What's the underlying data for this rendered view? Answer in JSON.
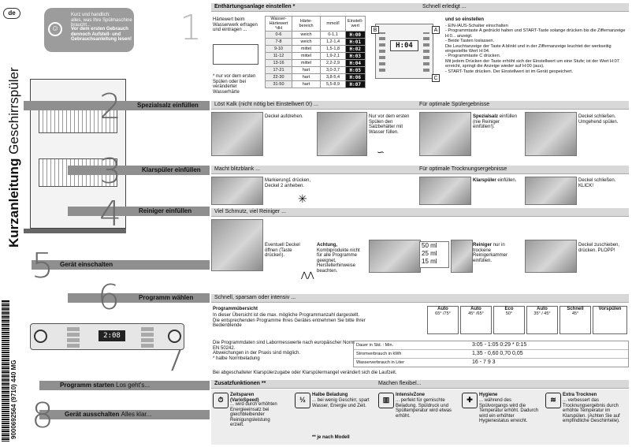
{
  "lang_badge": "de",
  "side_title_bold": "Kurzanleitung",
  "side_title_light": "Geschirrspüler",
  "barcode_text": "9000692564 (9710) 440 MG",
  "intro": {
    "line1": "Kurz und handlich:\nalles, was Ihre Spülmaschine braucht...",
    "line2": "Vor dem ersten Gebrauch dennoch Aufstell- und Gebrauchsanleitung lesen!"
  },
  "steps": [
    {
      "num": "1"
    },
    {
      "num": "2",
      "label": "Spezialsalz einfüllen"
    },
    {
      "num": "3",
      "label": "Klarspüler einfüllen"
    },
    {
      "num": "4",
      "label": "Reiniger einfüllen"
    },
    {
      "num": "5",
      "label": "Gerät einschalten"
    },
    {
      "num": "6",
      "label": "Programm wählen"
    },
    {
      "num": "7",
      "label": "Programm starten",
      "sub": "Los geht's..."
    },
    {
      "num": "8",
      "label": "Gerät ausschalten",
      "sub": "Alles klar..."
    }
  ],
  "s1": {
    "title": "Enthärtungsanlage einstellen *",
    "right_title": "Schnell erledigt ...",
    "intro": "Härtewert beim Wasserwerk erfragen und eintragen ...",
    "footnote": "* nur vor dem ersten Spülen oder bei veränderter Wasserhärte",
    "table_head": [
      "Wasser-Härtewert °dH",
      "Härte-bereich",
      "mmol/l",
      "Einstell-wert"
    ],
    "rows": [
      [
        "0-6",
        "weich",
        "0-1,1",
        "H:00"
      ],
      [
        "7-8",
        "weich",
        "1,2-1,4",
        "H:01"
      ],
      [
        "9-10",
        "mittel",
        "1,5-1,8",
        "H:02"
      ],
      [
        "11-12",
        "mittel",
        "1,9-2,1",
        "H:03"
      ],
      [
        "13-16",
        "mittel",
        "2,2-2,9",
        "H:04"
      ],
      [
        "17-21",
        "hart",
        "3,0-3,7",
        "H:05"
      ],
      [
        "22-30",
        "hart",
        "3,8-5,4",
        "H:06"
      ],
      [
        "31-50",
        "hart",
        "5,5-8,9",
        "H:07"
      ]
    ],
    "display_value": "H:04",
    "label_a": "A",
    "label_b": "B",
    "label_c": "C",
    "how_title": "und so einstellen",
    "how": "- EIN-/AUS-Schalter einschalten\n- Programmtaste A gedrückt halten und START-Taste solange drücken bis die Ziffernanzeige H:0... anzeigt.\n- Beide Tasten loslassen.\n  Die Leuchtanzeige der Taste A blinkt und in der Ziffernanzeige leuchtet der werkseitig eingestellte Wert H:04.\n- Programmtaste C drücken.\n  Mit jedem Drücken der Taste erhöht sich der Einstellwert um eine Stufe; ist der Wert H:07 erreicht, springt die Anzeige wieder auf H:00 (aus).\n- START-Taste drücken. Der Einstellwert ist im Gerät gespeichert."
  },
  "s2": {
    "left_title": "Löst Kalk (nicht nötig bei Einstellwert 0!) ...",
    "right_title": "Für optimale Spülergebnisse",
    "t1": "Deckel aufdrehen.",
    "t2": "Nur vor dem ersten Spülen den Salzbehälter mit Wasser füllen.",
    "t3_bold": "Spezialsalz",
    "t3": "einfüllen (nie Reiniger einfüllen!).",
    "t4": "Deckel schließen. Umgehend spülen."
  },
  "s3": {
    "left_title": "Macht blitzblank ...",
    "right_title": "Für optimale Trocknungsergebnisse",
    "t1": "Markierung1 drücken, Deckel 2 anheben.",
    "t3_bold": "Klarspüler",
    "t3": "einfüllen.",
    "t4": "Deckel schließen. KLICK!"
  },
  "s4": {
    "left_title": "Viel Schmutz, viel Reiniger ...",
    "t1": "Eventuell Deckel öffnen (Taste drücken).",
    "t2_bold": "Achtung,",
    "t2": "Kombiprodukte nicht für alle Programme geeignet, Herstellerhinweise beachten.",
    "ml": [
      "50 ml",
      "25 ml",
      "15 ml"
    ],
    "t3_bold": "Reiniger",
    "t3": "nur in trockene Reinigerkammer einfüllen.",
    "t4": "Deckel zuschieben, drücken. PLOPP!"
  },
  "s6": {
    "title": "Schnell, sparsam oder intensiv ...",
    "overview_title": "Programmübersicht",
    "overview": "In dieser Übersicht ist die max. mögliche Programmanzahl dargestellt.\nDie entsprechenden Programme Ihres Gerätes entnehmen Sie bitte Ihrer Bedienblende",
    "norm": "Die Programmdaten sind Labormesswerte nach europäischer Norm EN 50242.\nAbweichungen in der Praxis sind möglich.\n* halbe Normbeladung",
    "programs": [
      {
        "name": "Auto",
        "temp": "65° /75°"
      },
      {
        "name": "Auto",
        "temp": "45° /65°"
      },
      {
        "name": "Eco",
        "temp": "50°"
      },
      {
        "name": "Auto",
        "temp": "35° / 45°"
      },
      {
        "name": "Schnell",
        "temp": "45°"
      },
      {
        "name": "Vorspülen",
        "temp": ""
      }
    ],
    "data_rows": [
      {
        "label": "Dauer in Std. : Min.",
        "value": "3:05 - 1:05 0:29 * 0:15"
      },
      {
        "label": "Stromverbrauch in kWh",
        "value": "1,35 - 0,60 0,70 0,05"
      },
      {
        "label": "Wasserverbrauch in Liter",
        "value": "16 - 7 9 3"
      }
    ],
    "note": "Bei abgeschalteter Klarspülerzugabe oder Klarspülermangel verändert sich die Laufzeit."
  },
  "zf": {
    "title": "Zusatzfunktionen **",
    "right_title": "Machen flexibel...",
    "footnote": "** je nach  Modell",
    "items": [
      {
        "icon": "⏱",
        "title": "Zeitsparen (VarioSpeed)",
        "text": "... wird durch erhöhten Energieeinsatz bei gleichbleibender Reinigungsleistung erzielt."
      },
      {
        "icon": "½",
        "title": "Halbe Beladung",
        "text": "... bei wenig Geschirr, spart Wasser, Energie und Zeit."
      },
      {
        "icon": "▥",
        "title": "IntensivZone",
        "text": "... perfekt für gemischte Beladung. Spüldruck und Spültemperatur wird etwas erhöht."
      },
      {
        "icon": "✚",
        "title": "Hygiene",
        "text": "... während des Spülvorgangs wird die Temperatur erhöht. Dadurch wird ein erhöhter Hygienestatus erreicht."
      },
      {
        "icon": "≋",
        "title": "Extra Trocknen",
        "text": "... verbessert das Trocknungsergebnis durch erhöhte Temperatur im Klarspülen. (Achten Sie auf empfindliche Geschirrteile)."
      }
    ]
  },
  "panel_display": "2:08",
  "colors": {
    "band": "#8f8f8f",
    "bar": "#d8d8d8",
    "num_light": "#bdbdbd"
  }
}
